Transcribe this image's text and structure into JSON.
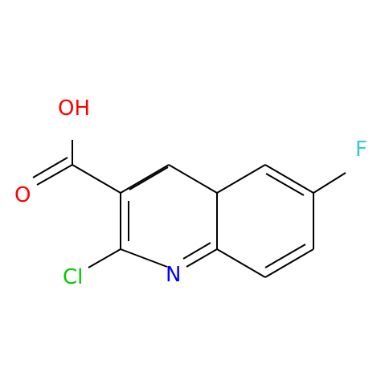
{
  "molecule": {
    "atoms": {
      "hydroxyl": {
        "text": "OH",
        "color": "#ff0000"
      },
      "carbonyl_oxygen": {
        "text": "O",
        "color": "#ff0000"
      },
      "chlorine": {
        "text": "Cl",
        "color": "#00cc00"
      },
      "nitrogen": {
        "text": "N",
        "color": "#0000ff"
      },
      "fluorine": {
        "text": "F",
        "color": "#33cccc"
      }
    },
    "bond_color": "#000000"
  }
}
